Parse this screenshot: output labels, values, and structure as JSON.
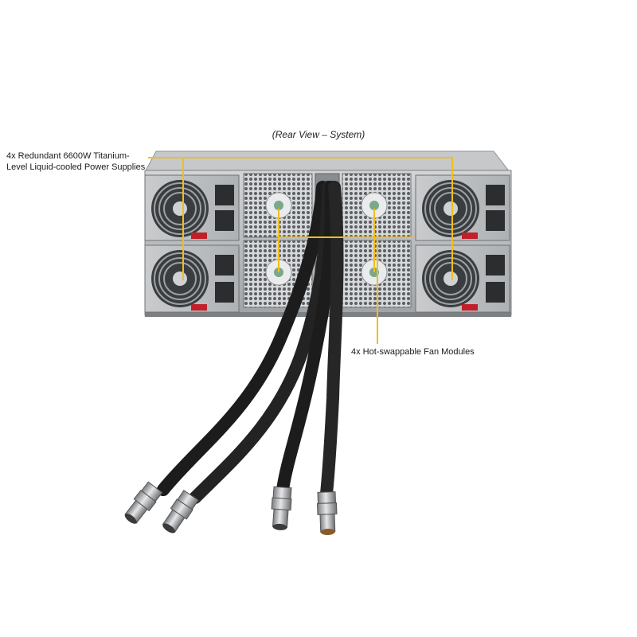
{
  "title": "(Rear View – System)",
  "callouts": {
    "power_supplies": {
      "line1": "4x Redundant 6600W Titanium-",
      "line2": "Level Liquid-cooled Power Supplies"
    },
    "fans": {
      "text": "4x Hot-swappable Fan Modules"
    }
  },
  "colors": {
    "callout_line": "#f2bd1d",
    "chassis": "#b9bcbf",
    "hose": "#1c1c1c",
    "release_tab": "#c0202a"
  },
  "components": {
    "power_supply_count": 4,
    "fan_module_count": 4,
    "hose_count": 4
  }
}
